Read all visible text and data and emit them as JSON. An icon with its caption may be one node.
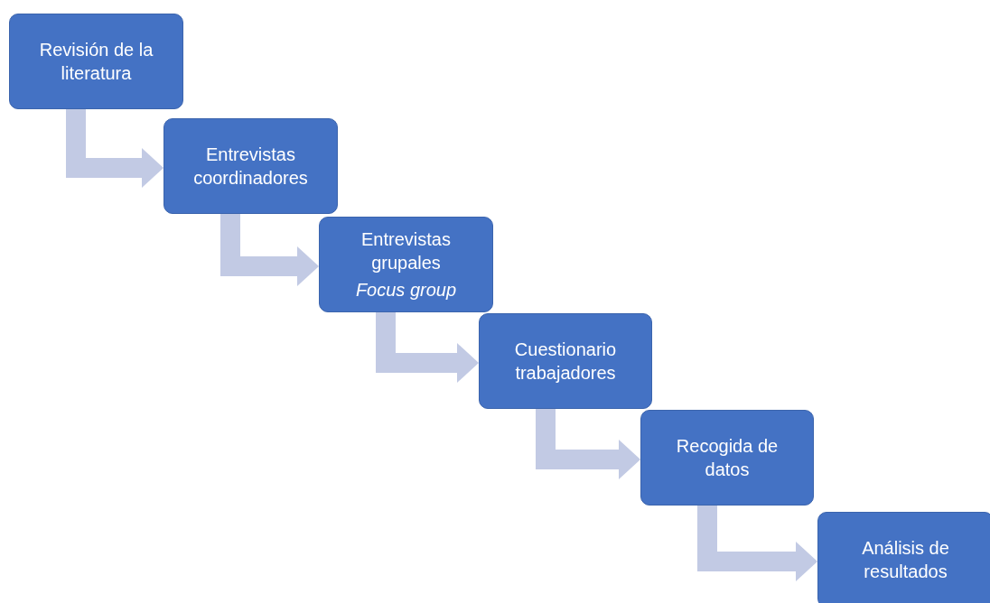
{
  "diagram": {
    "nodes": [
      {
        "text": [
          "Revisión de la literatura"
        ]
      },
      {
        "text": [
          "Entrevistas coordinadores"
        ]
      },
      {
        "text": [
          "Entrevistas grupales",
          "Focus group"
        ]
      },
      {
        "text": [
          "Cuestionario trabajadores"
        ]
      },
      {
        "text": [
          "Recogida de datos"
        ]
      },
      {
        "text": [
          "Análisis de resultados"
        ]
      }
    ],
    "edges": [
      {
        "from": 0,
        "to": 1,
        "arrow": "to"
      },
      {
        "from": 1,
        "to": 2,
        "arrow": "to"
      },
      {
        "from": 2,
        "to": 3,
        "arrow": "to"
      },
      {
        "from": 3,
        "to": 4,
        "arrow": "to"
      },
      {
        "from": 4,
        "to": 5,
        "arrow": "to"
      }
    ]
  }
}
